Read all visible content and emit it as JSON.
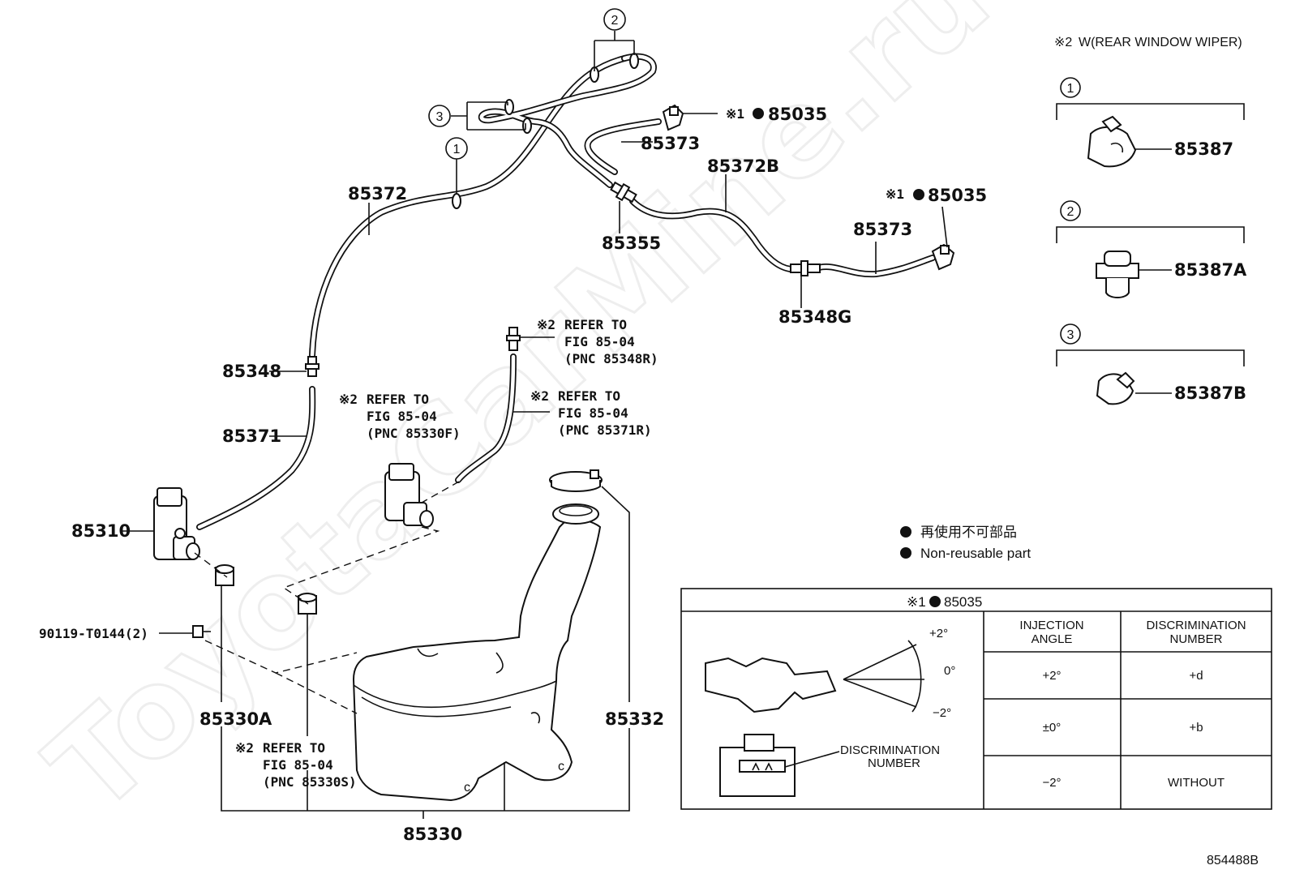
{
  "diagram_code": "854488B",
  "watermark": "ToyotaCarMine.ru",
  "labels": {
    "p85372": "85372",
    "p85373_top": "85373",
    "p85035_top": "85035",
    "p85372B": "85372B",
    "p85355": "85355",
    "p85035_mid": "85035",
    "p85373_mid": "85373",
    "p85348G": "85348G",
    "p85348": "85348",
    "p85371": "85371",
    "p85310": "85310",
    "p90119": "90119-T0144(2)",
    "p85330A": "85330A",
    "p85330": "85330",
    "p85332": "85332"
  },
  "callouts": {
    "c1": "1",
    "c2": "2",
    "c3": "3"
  },
  "marks": {
    "note1": "※1",
    "note2": "※2"
  },
  "refs": {
    "r348r": [
      "REFER TO",
      "FIG 85-04",
      "(PNC 85348R)"
    ],
    "r330f": [
      "REFER TO",
      "FIG 85-04",
      "(PNC 85330F)"
    ],
    "r371r": [
      "REFER TO",
      "FIG 85-04",
      "(PNC 85371R)"
    ],
    "r330s": [
      "REFER TO",
      "FIG 85-04",
      "(PNC 85330S)"
    ]
  },
  "inset": {
    "title": "W(REAR WINDOW WIPER)",
    "items": [
      {
        "num": "1",
        "part": "85387"
      },
      {
        "num": "2",
        "part": "85387A"
      },
      {
        "num": "3",
        "part": "85387B"
      }
    ]
  },
  "legend": {
    "jp": "再使用不可部品",
    "en": "Non-reusable part"
  },
  "table": {
    "title": "85035",
    "angle_plus": "+2°",
    "angle_zero": "0°",
    "angle_minus": "−2°",
    "disc_label": [
      "DISCRIMINATION",
      "NUMBER"
    ],
    "col1": [
      "INJECTION",
      "ANGLE"
    ],
    "col2": [
      "DISCRIMINATION",
      "NUMBER"
    ],
    "rows": [
      {
        "angle": "+2°",
        "number": "+d"
      },
      {
        "angle": "±0°",
        "number": "+b"
      },
      {
        "angle": "−2°",
        "number": "WITHOUT"
      }
    ]
  }
}
